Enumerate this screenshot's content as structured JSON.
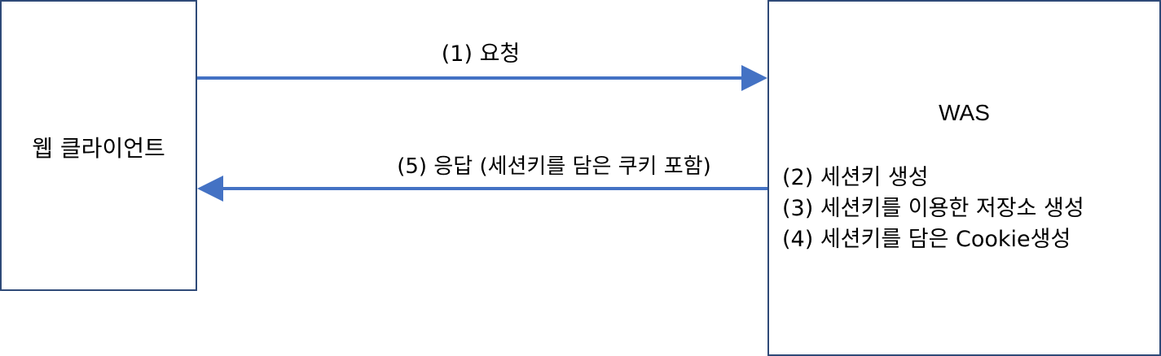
{
  "client": {
    "label": "웹 클라이언트"
  },
  "server": {
    "title": "WAS",
    "steps": [
      "(2) 세션키 생성",
      "(3) 세션키를 이용한 저장소 생성",
      "(4) 세션키를 담은 Cookie생성"
    ]
  },
  "arrows": {
    "request_label": "(1) 요청",
    "response_label": "(5) 응답 (세션키를 담은 쿠키 포함)"
  },
  "colors": {
    "arrow": "#4472c4",
    "box_border": "#2f4a78"
  }
}
